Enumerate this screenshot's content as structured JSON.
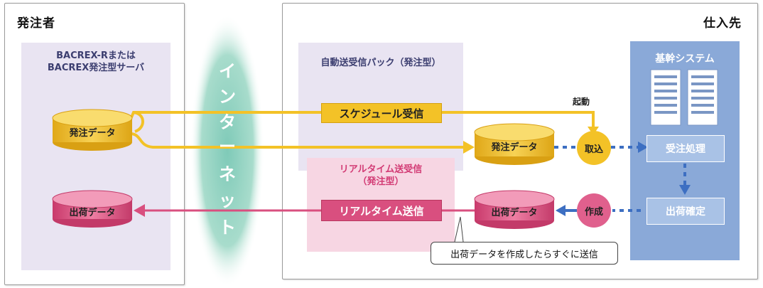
{
  "orderer": {
    "title": "発注者",
    "server_label_line1": "BACREX-Rまたは",
    "server_label_line2": "BACREX発注型サーバ",
    "order_data": "発注データ",
    "shipment_data": "出荷データ"
  },
  "internet": {
    "chars": [
      "イ",
      "ン",
      "タ",
      "ー",
      "ネ",
      "ッ",
      "ト"
    ]
  },
  "supplier": {
    "title": "仕入先",
    "auto_pack": "自動送受信パック（発注型）",
    "realtime_line1": "リアルタイム送受信",
    "realtime_line2": "（発注型）",
    "schedule_receive": "スケジュール受信",
    "realtime_send": "リアルタイム送信",
    "start_label": "起動",
    "order_data": "発注データ",
    "shipment_data": "出荷データ",
    "import": "取込",
    "create": "作成",
    "core_system": "基幹システム",
    "order_processing": "受注処理",
    "shipment_confirm": "出荷確定",
    "callout": "出荷データを作成したらすぐに送信"
  },
  "colors": {
    "yellow": "#f3c227",
    "pink": "#d94f7f",
    "blue": "#3d6fc2",
    "lavender": "#e9e4f2"
  }
}
